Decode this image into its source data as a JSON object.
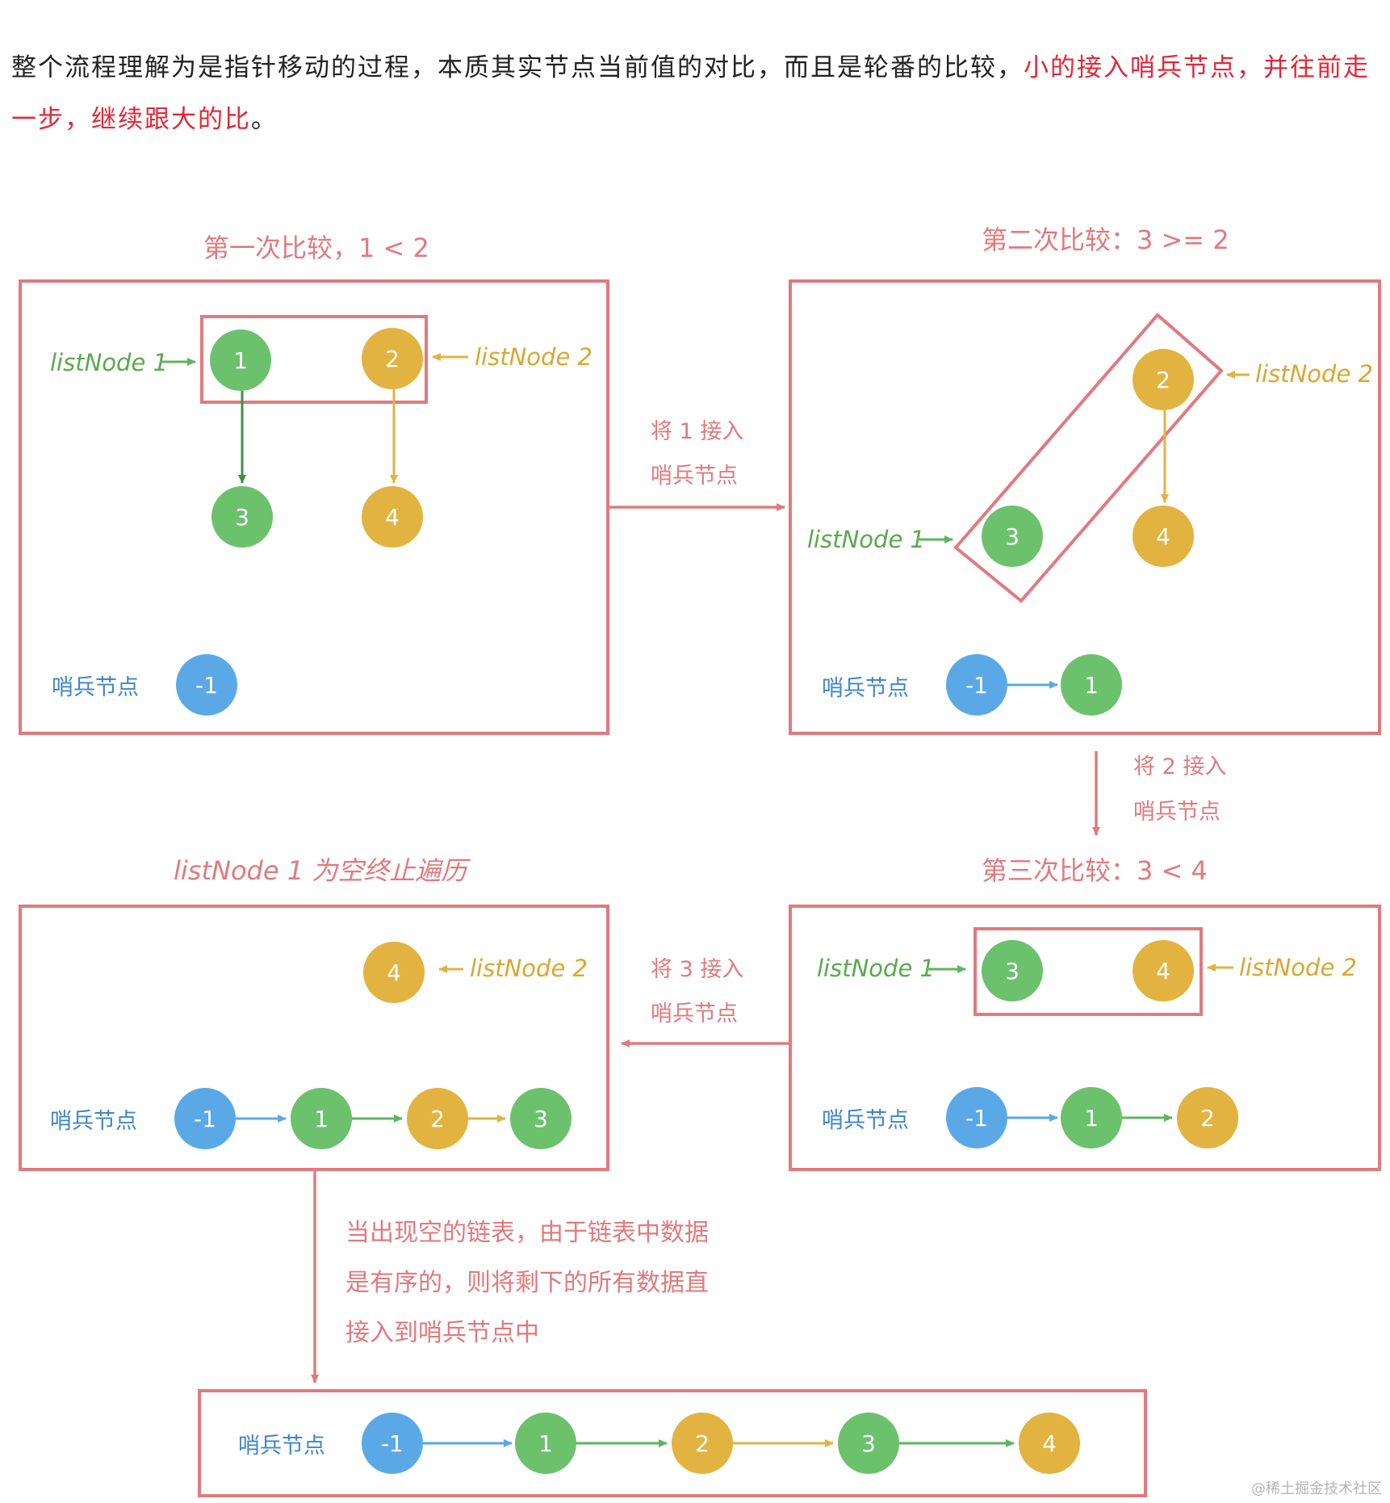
{
  "intro": {
    "line_black": "整个流程理解为是指针移动的过程，本质其实节点当前值的对比，而且是轮番的比较，",
    "line_red": "小的接入哨兵节点，并往前走一步，继续跟大的比",
    "line_end": "。"
  },
  "colors": {
    "frame": "#e07a7e",
    "green": "#6cc16d",
    "yellow": "#e2b340",
    "blue": "#5aa9e6",
    "label_green": "#5aa84e",
    "label_yellow": "#d9a730",
    "label_blue": "#3f86c9",
    "caption": "#e07a7e"
  },
  "panels": {
    "p1_title": "第一次比较，1 < 2",
    "p2_title": "第二次比较：3 >= 2",
    "p3_title": "第三次比较：3 < 4",
    "p4_title": "listNode 1 为空终止遍历"
  },
  "labels": {
    "listnode1": "listNode 1",
    "listnode2": "listNode 2",
    "sentinel": "哨兵节点"
  },
  "steps": {
    "step1_line1": "将 1 接入",
    "step1_line2": "哨兵节点",
    "step2_line1": "将 2 接入",
    "step2_line2": "哨兵节点",
    "step3_line1": "将 3 接入",
    "step3_line2": "哨兵节点"
  },
  "note": {
    "line1": "当出现空的链表，由于链表中数据",
    "line2": "是有序的，则将剩下的所有数据直",
    "line3": "接入到哨兵节点中"
  },
  "nodes": {
    "n_neg1": "-1",
    "n1": "1",
    "n2": "2",
    "n3": "3",
    "n4": "4"
  },
  "watermark": "@稀土掘金技术社区"
}
